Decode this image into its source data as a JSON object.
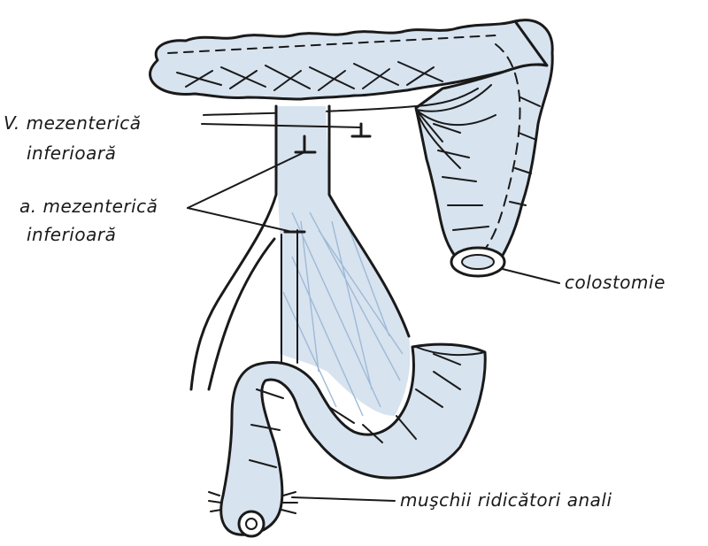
{
  "diagram": {
    "labels": {
      "vein_line1": "V. mezenterică",
      "vein_line2": "inferioară",
      "artery_line1": "a. mezenterică",
      "artery_line2": "inferioară",
      "colostomy": "colostomie",
      "levator": "muşchii ridicători anali"
    },
    "colors": {
      "ink": "#1a1a1a",
      "bowel_fill": "#d7e3ef",
      "mesentery_hatch": "#9fb9d6"
    }
  }
}
